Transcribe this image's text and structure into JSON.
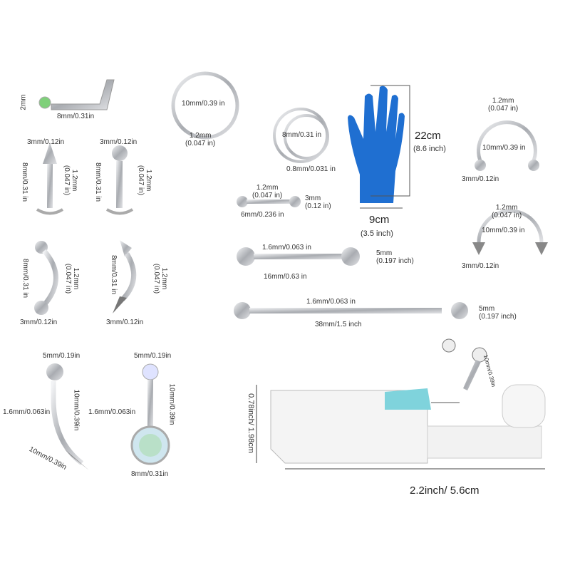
{
  "colors": {
    "metal": "#c9cbcf",
    "glove": "#1f6fd1",
    "gem": "#7fd07a",
    "marker": "#e0455a",
    "device": "#f4f4f4",
    "device_tip": "#7fd3dc"
  },
  "icons": [
    "nose-stud-icon",
    "hoop-ring-icon",
    "spiral-ring-icon",
    "glove-icon",
    "horseshoe-ring-icon",
    "spike-labret-icon",
    "ball-labret-icon",
    "curved-barbell-icon",
    "straight-barbell-icon",
    "industrial-barbell-icon",
    "belly-ring-icon",
    "piercing-gun-icon"
  ],
  "labels": {
    "nose_stud_height": "2mm",
    "nose_stud_length": "8mm/0.31in",
    "hoop_diameter": "10mm/0.39 in",
    "hoop_gauge": "1.2mm\n(0.047 in)",
    "spike_labret_top": "3mm/0.12in",
    "ball_labret_top": "3mm/0.12in",
    "spike_labret_length": "8mm/0.31 in",
    "spike_labret_gauge": "1.2mm\n(0.047 in)",
    "ball_labret_length": "8mm/0.31 in",
    "ball_labret_gauge": "1.2mm\n(0.047 in)",
    "curved_ball_length": "8mm/0.31 in",
    "curved_ball_gauge": "1.2mm\n(0.047 in)",
    "curved_ball_bottom": "3mm/0.12in",
    "curved_spike_length": "8mm/0.31 in",
    "curved_spike_gauge": "1.2mm\n(0.047 in)",
    "curved_spike_bottom": "3mm/0.12in",
    "spiral_diameter": "8mm/0.31 in",
    "spiral_gauge": "0.8mm/0.031 in",
    "small_barbell_gauge": "1.2mm\n(0.047 in)",
    "small_barbell_ball": "3mm\n(0.12 in)",
    "small_barbell_length": "6mm/0.236 in",
    "glove_height": "22cm",
    "glove_height_in": "(8.6 inch)",
    "glove_width": "9cm",
    "glove_width_in": "(3.5 inch)",
    "horseshoe_gauge": "1.2mm\n(0.047 in)",
    "horseshoe_diameter": "10mm/0.39 in",
    "horseshoe_ball": "3mm/0.12in",
    "spike_horseshoe_gauge": "1.2mm\n(0.047 in)",
    "spike_horseshoe_diameter": "10mm/0.39 in",
    "spike_horseshoe_spike": "3mm/0.12in",
    "barbell_gauge": "1.6mm/0.063 in",
    "barbell_length": "16mm/0.63 in",
    "barbell_ball": "5mm\n(0.197 inch)",
    "industrial_gauge": "1.6mm/0.063 in",
    "industrial_length": "38mm/1.5 inch",
    "industrial_ball": "5mm\n(0.197 inch)",
    "belly1_ball": "5mm/0.19in",
    "belly1_gauge": "1.6mm/0.063in",
    "belly1_length": "10mm/0.39in",
    "belly1_spike": "10mm/0.39in",
    "belly2_top": "5mm/0.19in",
    "belly2_gauge": "1.6mm/0.063in",
    "belly2_length": "10mm/0.39in",
    "belly2_bottom": "8mm/0.31in",
    "stud_length": "10mm/0.39in",
    "gun_height": "0.78inch/ 1.98cm",
    "gun_width": "2.2inch/ 5.6cm"
  }
}
